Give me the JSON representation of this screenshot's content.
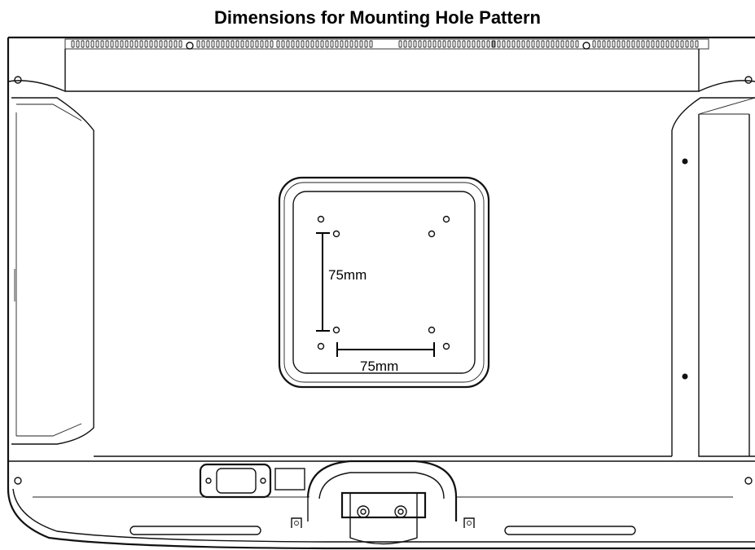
{
  "title": "Dimensions for Mounting Hole Pattern",
  "dimensions": {
    "vertical_label": "75mm",
    "horizontal_label": "75mm"
  }
}
